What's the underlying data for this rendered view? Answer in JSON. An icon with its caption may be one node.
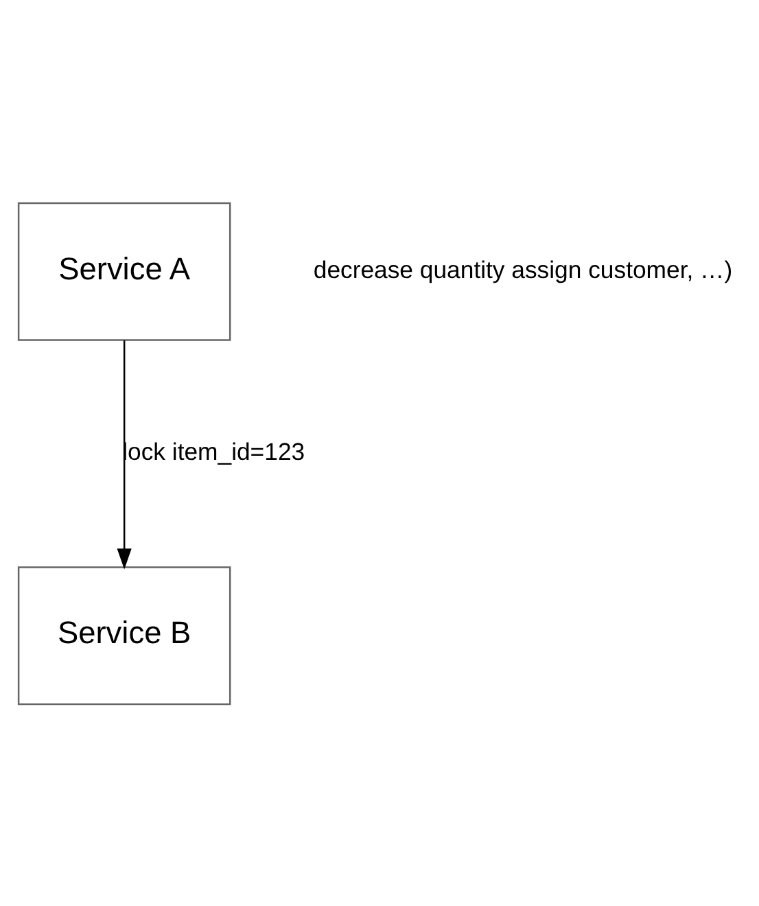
{
  "diagram": {
    "nodes": [
      {
        "text": [
          "Service A"
        ]
      },
      {
        "text": [
          "Service B"
        ]
      }
    ],
    "edges": [
      {
        "from": 0,
        "to": 1,
        "arrow": "to",
        "label": "lock item_id=123"
      }
    ],
    "labels": [
      "decrease quantity assign customer, …)"
    ]
  }
}
